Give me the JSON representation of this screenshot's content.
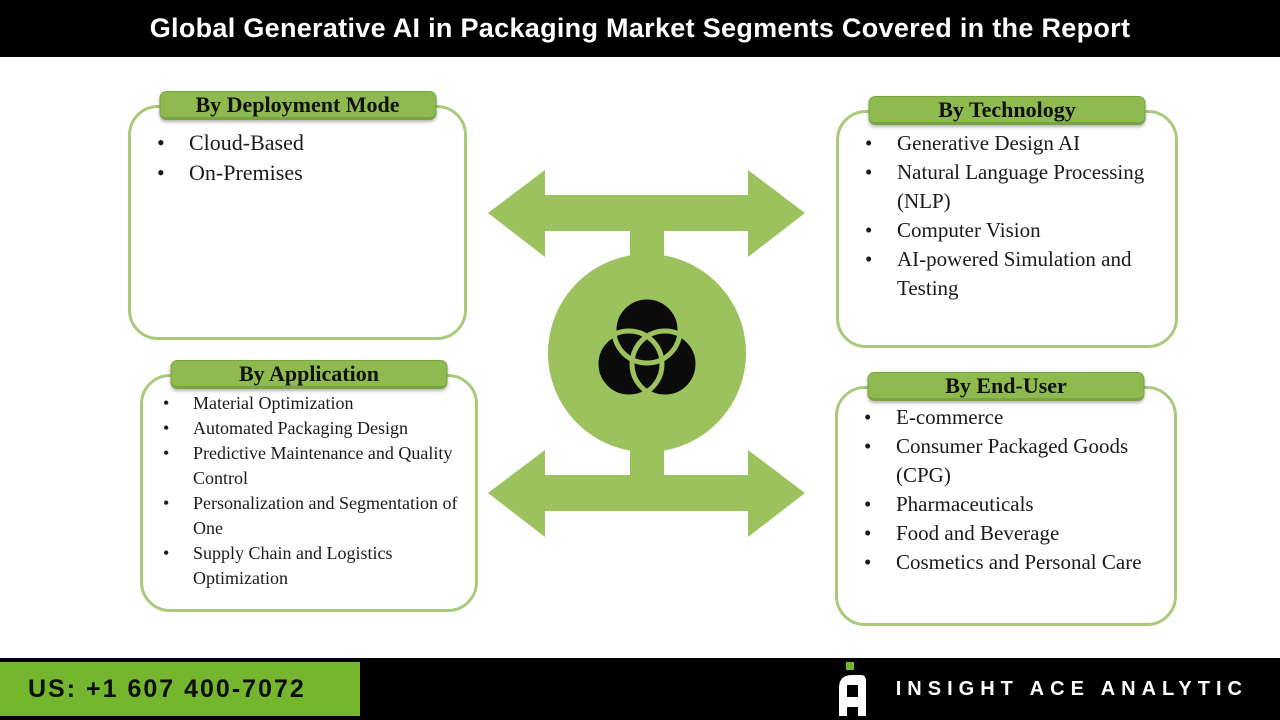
{
  "title": "Global Generative AI in Packaging Market Segments Covered in the Report",
  "segments": [
    {
      "id": "deployment-mode",
      "header": "By Deployment Mode",
      "items": [
        "Cloud-Based",
        "On-Premises"
      ]
    },
    {
      "id": "technology",
      "header": "By Technology",
      "items": [
        "Generative Design AI",
        "Natural Language Processing (NLP)",
        "Computer Vision",
        "AI-powered Simulation and Testing"
      ]
    },
    {
      "id": "application",
      "header": "By Application",
      "items": [
        "Material Optimization",
        "Automated Packaging Design",
        "Predictive Maintenance and Quality Control",
        "Personalization and Segmentation of One",
        "Supply Chain and Logistics Optimization"
      ]
    },
    {
      "id": "end-user",
      "header": "By End-User",
      "items": [
        "E-commerce",
        "Consumer Packaged Goods (CPG)",
        "Pharmaceuticals",
        "Food and Beverage",
        "Cosmetics and Personal Care"
      ]
    }
  ],
  "center": {
    "icon": "venn-diagram-icon"
  },
  "footer": {
    "phone": "US: +1 607 400-7072",
    "brand": "INSIGHT ACE ANALYTIC"
  },
  "colors": {
    "accent_green": "#9cc25e",
    "band_green": "#8eba50",
    "band_border": "#79a441",
    "box_border": "#a9c97b",
    "footer_green": "#74b62e",
    "bar_black": "#000000"
  }
}
